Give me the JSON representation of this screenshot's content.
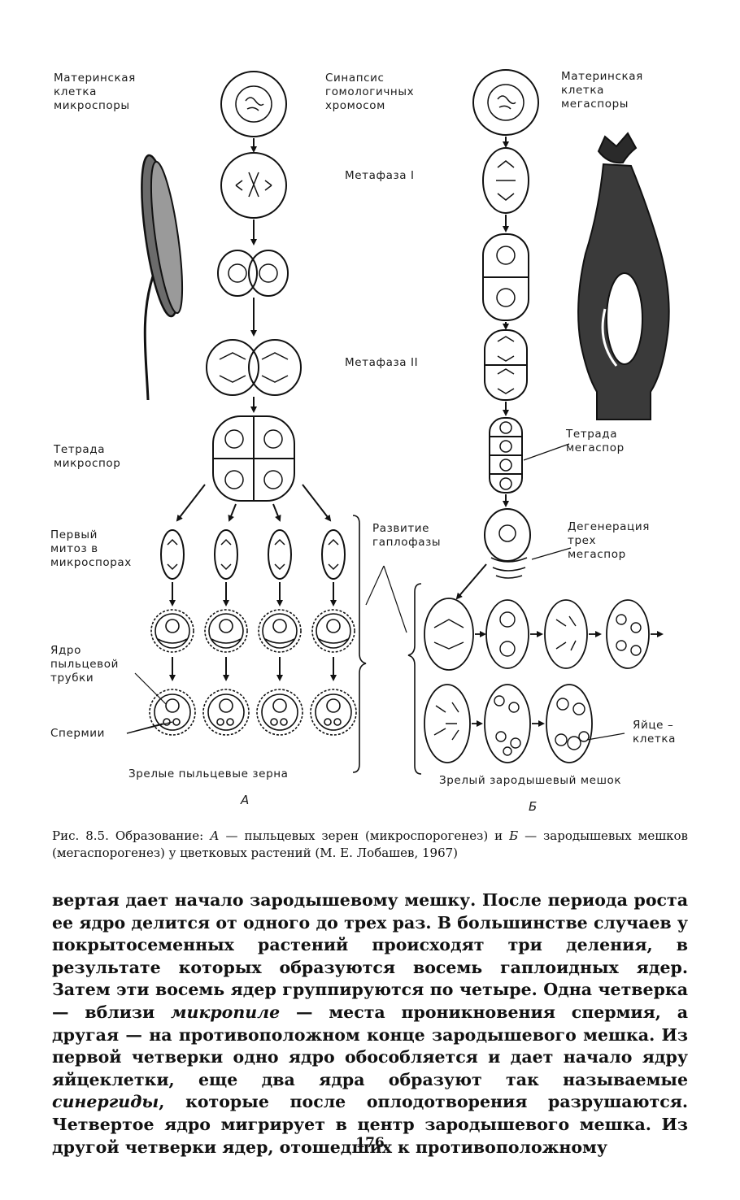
{
  "figure": {
    "labels": {
      "microspore_mother": "Материнская\nклетка\nмикроспоры",
      "synapsis": "Синапсис\nгомологичных\nхромосом",
      "megaspore_mother": "Материнская\nклетка\nмегаспоры",
      "metaphase1": "Метафаза  I",
      "metaphase2": "Метафаза  II",
      "microspore_tetrad": "Тетрада\nмикроспор",
      "megaspore_tetrad": "Тетрада\nмегаспор",
      "first_mitosis": "Первый\nмитоз в\nмикроспорах",
      "haplophase": "Развитие\nгаплофазы",
      "degeneration": "Дегенерация\nтрех\nмегаспор",
      "tube_nucleus": "Ядро\nпыльцевой\nтрубки",
      "sperm": "Спермии",
      "egg_cell": "Яйце –\nклетка",
      "mature_pollen": "Зрелые пыльцевые зерна",
      "mature_sac": "Зрелый зародышевый мешок",
      "panel_a": "А",
      "panel_b": "Б"
    }
  },
  "caption": {
    "lead": "Рис. 8.5. Образование: ",
    "a_letter": "А",
    "a_text": " — пыльцевых зерен (микроспорогенез) и ",
    "b_letter": "Б",
    "b_text": " — зародышевых мешков (мегаспорогенез) у цветковых растений (М. Е. Лобашев, 1967)"
  },
  "body": {
    "part1": "вертая дает начало зародышевому мешку. После периода роста ее ядро делится от одного до трех раз. В большинстве случаев у покрытосеменных растений происходят три деления, в результате которых образуются восемь гаплоидных ядер. Затем эти восемь ядер группируются по четыре. Одна четверка — вблизи ",
    "term1": "микропиле",
    "part2": " — места проникновения спермия, а другая — на противоположном конце зародышевого мешка. Из первой четверки одно ядро обособляется и дает начало ядру яйцеклетки, еще два ядра образуют так называемые ",
    "term2": "синергиды",
    "part3": ", которые после оплодотворения разрушаются. Четвертое ядро мигрирует в центр зародышевого мешка. Из другой четверки ядер, отошедших к противоположному"
  },
  "page": {
    "number": "176"
  }
}
